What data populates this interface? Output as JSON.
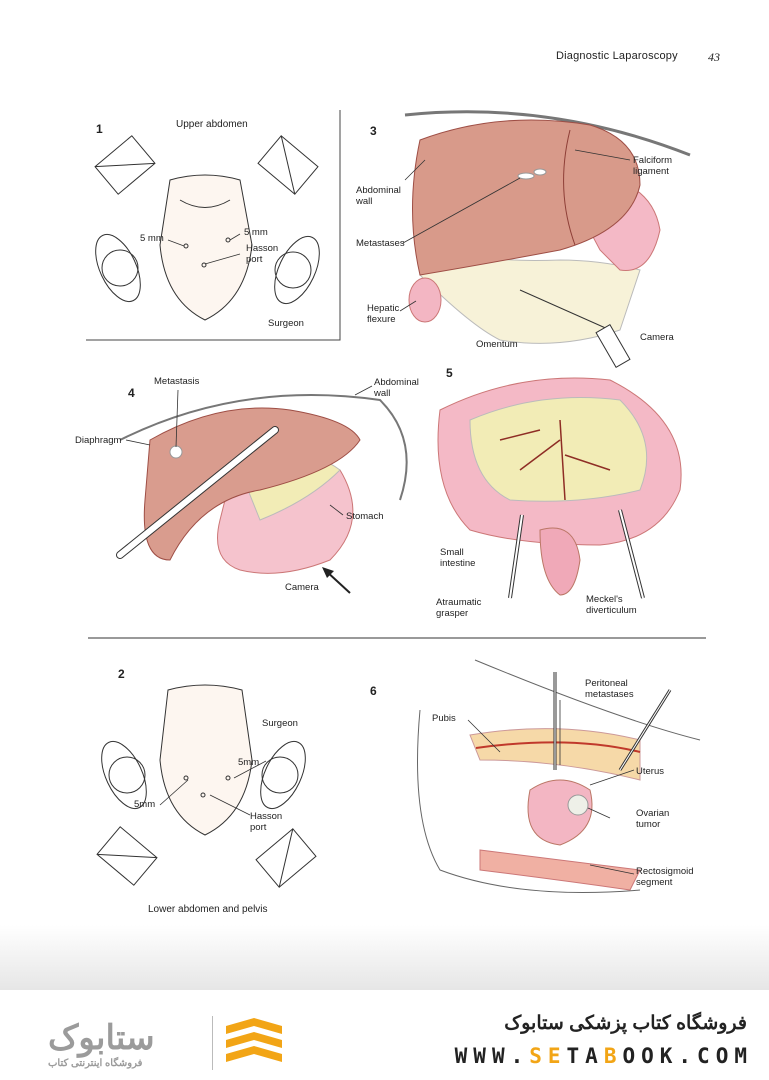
{
  "header": {
    "title": "Diagnostic Laparoscopy",
    "page_number": "43"
  },
  "panel1": {
    "number": "1",
    "caption": "Upper abdomen",
    "labels": {
      "left_port": "5 mm",
      "right_port": "5 mm",
      "hasson": "Hasson\nport",
      "surgeon": "Surgeon"
    }
  },
  "panel2": {
    "number": "2",
    "caption": "Lower abdomen and pelvis",
    "labels": {
      "surgeon": "Surgeon",
      "right_port": "5mm",
      "left_port": "5mm",
      "hasson": "Hasson\nport"
    }
  },
  "panel3": {
    "number": "3",
    "labels": {
      "abdominal_wall": "Abdominal\nwall",
      "falciform": "Falciform\nligament",
      "metastases": "Metastases",
      "hepatic_flexure": "Hepatic\nflexure",
      "camera": "Camera",
      "omentum": "Omentum"
    }
  },
  "panel4": {
    "number": "4",
    "labels": {
      "metastasis": "Metastasis",
      "abdominal_wall": "Abdominal\nwall",
      "diaphragm": "Diaphragm",
      "stomach": "Stomach",
      "camera": "Camera"
    }
  },
  "panel5": {
    "number": "5",
    "labels": {
      "small_intestine": "Small\nintestine",
      "grasper": "Atraumatic\ngrasper",
      "meckels": "Meckel's\ndiverticulum"
    }
  },
  "panel6": {
    "number": "6",
    "labels": {
      "peritoneal": "Peritoneal\nmetastases",
      "pubis": "Pubis",
      "uterus": "Uterus",
      "ovarian": "Ovarian\ntumor",
      "rectosigmoid": "Rectosigmoid\nsegment"
    }
  },
  "banner": {
    "store_name": "فروشگاه کتاب پزشکی ستابوک",
    "website_parts": [
      "WWW.",
      "SE",
      "TA",
      "B",
      "OOK.COM"
    ],
    "logo_text": "ستابوک",
    "logo_sub": "فروشگاه اینترنتی کتاب"
  },
  "colors": {
    "tissue": "#d99c8e",
    "tissue_dark": "#b8675a",
    "pink": "#f3b6c3",
    "fat": "#f1e9a8",
    "accent": "#f2a516"
  }
}
